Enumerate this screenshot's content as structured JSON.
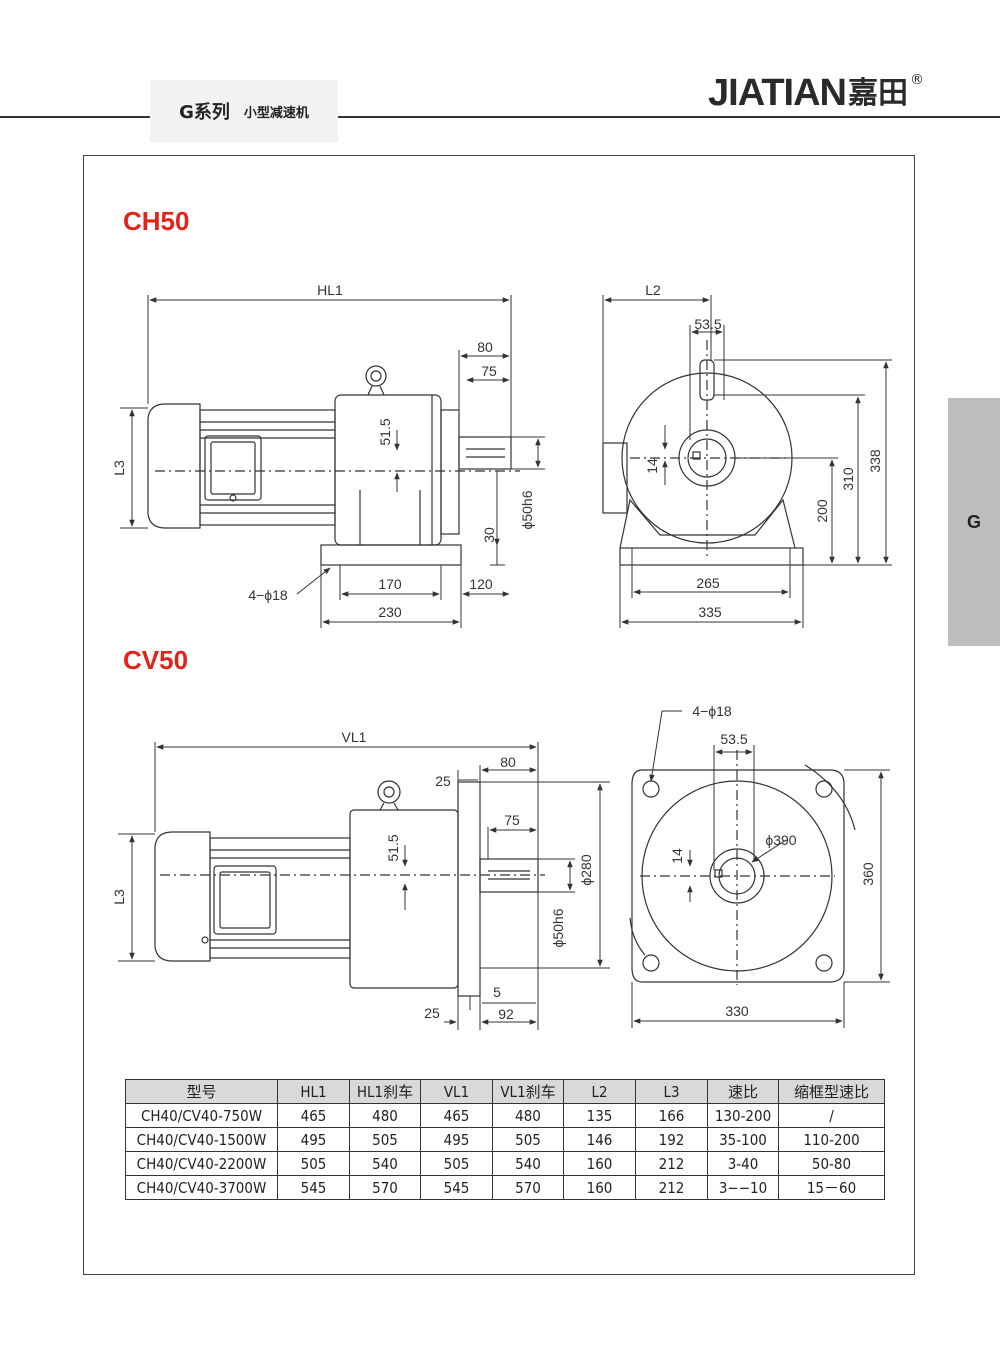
{
  "header": {
    "series": "G系列",
    "subtitle": "小型减速机",
    "brand_latin": "JIATIAN",
    "brand_cjk": "嘉田",
    "brand_mark": "®"
  },
  "side_tab": {
    "label": "G"
  },
  "ch50": {
    "title": "CH50",
    "dims": {
      "hl1": "HL1",
      "d80": "80",
      "d75": "75",
      "l3": "L3",
      "d51_5": "51.5",
      "shaft": "ϕ50h6",
      "d30": "30",
      "holes": "4−ϕ18",
      "d170": "170",
      "d120": "120",
      "d230": "230"
    },
    "side": {
      "l2": "L2",
      "d53_5": "53.5",
      "d14": "14",
      "d338": "338",
      "d310": "310",
      "d200": "200",
      "d265": "265",
      "d335": "335"
    }
  },
  "cv50": {
    "title": "CV50",
    "dims": {
      "vl1": "VL1",
      "d25_top": "25",
      "d80": "80",
      "d75": "75",
      "l3": "L3",
      "d51_5": "51.5",
      "shaft": "ϕ50h6",
      "d280": "ϕ280",
      "d5": "5",
      "d25_bot": "25",
      "d92": "92"
    },
    "front": {
      "holes": "4−ϕ18",
      "d53_5": "53.5",
      "d390": "ϕ390",
      "d14": "14",
      "d360": "360",
      "d330": "330"
    }
  },
  "table": {
    "headers": [
      "型号",
      "HL1",
      "HL1刹车",
      "VL1",
      "VL1刹车",
      "L2",
      "L3",
      "速比",
      "缩框型速比"
    ],
    "rows": [
      [
        "CH40/CV40-750W",
        "465",
        "480",
        "465",
        "480",
        "135",
        "166",
        "130-200",
        "/"
      ],
      [
        "CH40/CV40-1500W",
        "495",
        "505",
        "495",
        "505",
        "146",
        "192",
        "35-100",
        "110-200"
      ],
      [
        "CH40/CV40-2200W",
        "505",
        "540",
        "505",
        "540",
        "160",
        "212",
        "3-40",
        "50-80"
      ],
      [
        "CH40/CV40-3700W",
        "545",
        "570",
        "545",
        "570",
        "160",
        "212",
        "3−−10",
        "15－60"
      ]
    ]
  }
}
